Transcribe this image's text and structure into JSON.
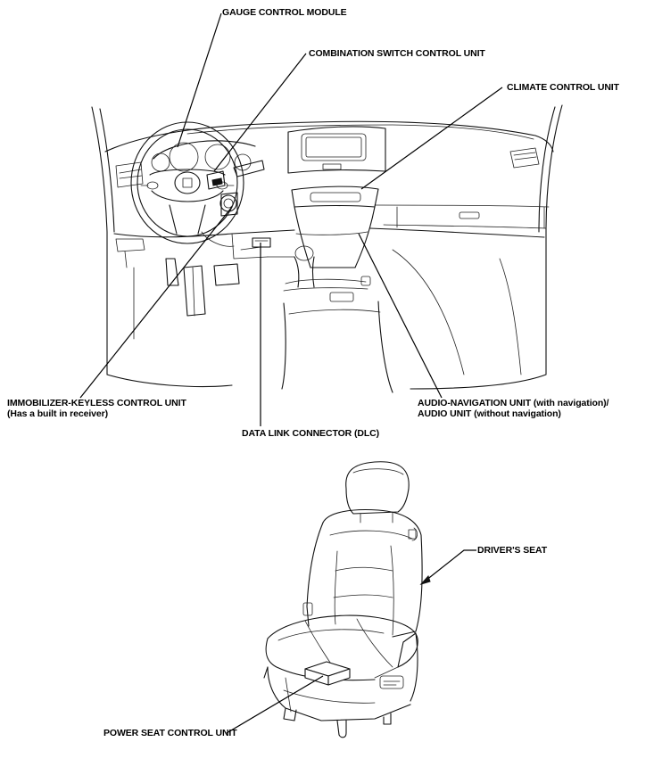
{
  "labels": {
    "gauge_control_module": "GAUGE CONTROL MODULE",
    "combination_switch_control_unit": "COMBINATION SWITCH CONTROL UNIT",
    "climate_control_unit": "CLIMATE CONTROL UNIT",
    "immobilizer_line1": "IMMOBILIZER-KEYLESS CONTROL UNIT",
    "immobilizer_line2": "(Has a built in receiver)",
    "audio_nav_line1": "AUDIO-NAVIGATION UNIT (with navigation)/",
    "audio_nav_line2": "AUDIO UNIT (without navigation)",
    "data_link_connector": "DATA LINK CONNECTOR (DLC)",
    "drivers_seat": "DRIVER'S SEAT",
    "power_seat_control_unit": "POWER SEAT CONTROL UNIT"
  }
}
